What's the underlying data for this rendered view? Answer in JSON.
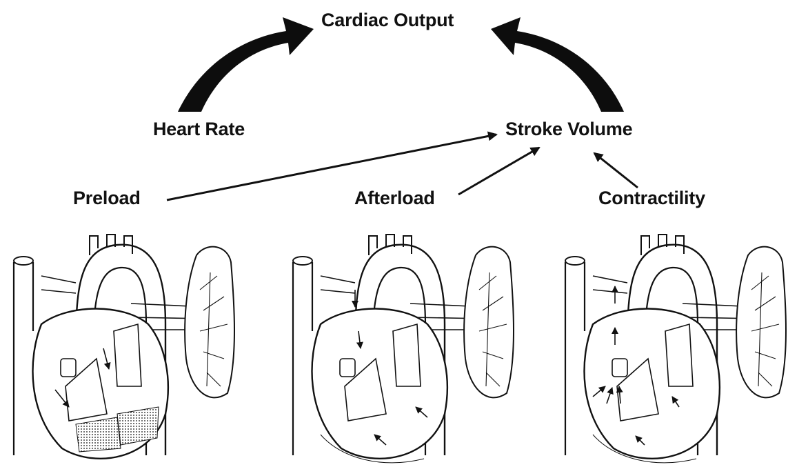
{
  "diagram": {
    "nodes": {
      "cardiac_output": "Cardiac Output",
      "heart_rate": "Heart Rate",
      "stroke_volume": "Stroke Volume",
      "preload": "Preload",
      "afterload": "Afterload",
      "contractility": "Contractility"
    },
    "edges": [
      {
        "from": "heart_rate",
        "to": "cardiac_output"
      },
      {
        "from": "stroke_volume",
        "to": "cardiac_output"
      },
      {
        "from": "preload",
        "to": "stroke_volume"
      },
      {
        "from": "afterload",
        "to": "stroke_volume"
      },
      {
        "from": "contractility",
        "to": "stroke_volume"
      }
    ],
    "illustrations": [
      "heart-preload",
      "heart-afterload",
      "heart-contractility"
    ]
  }
}
